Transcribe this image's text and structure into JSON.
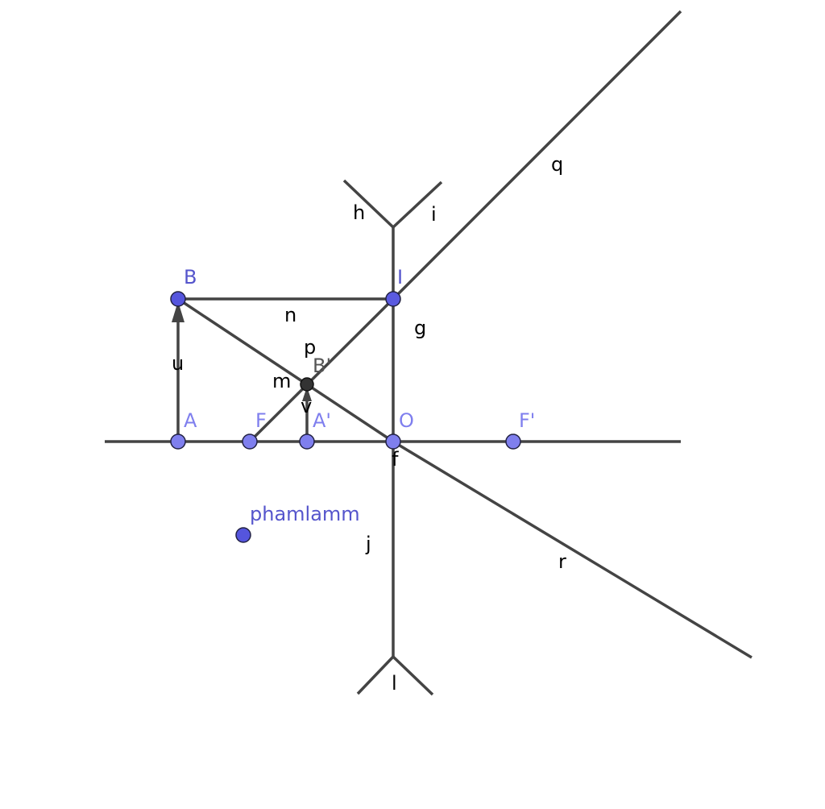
{
  "diagram": {
    "points": {
      "B": {
        "label": "B"
      },
      "I": {
        "label": "I"
      },
      "A": {
        "label": "A"
      },
      "F": {
        "label": "F"
      },
      "A_prime": {
        "label": "A'"
      },
      "O": {
        "label": "O"
      },
      "F_prime": {
        "label": "F'"
      },
      "B_prime": {
        "label": "B'"
      },
      "phamlamm": {
        "label": "phamlamm"
      }
    },
    "lines": {
      "q": "q",
      "h": "h",
      "i": "i",
      "n": "n",
      "g": "g",
      "p": "p",
      "u": "u",
      "m": "m",
      "v": "v",
      "f": "f",
      "j": "j",
      "r": "r",
      "l": "l"
    },
    "colors": {
      "stroke": "#444444",
      "point_free": "#5555dd",
      "point_fixed": "#7f7fee",
      "point_dependent": "#333333",
      "label_point": "#5555cc",
      "label_line": "#000000"
    }
  }
}
